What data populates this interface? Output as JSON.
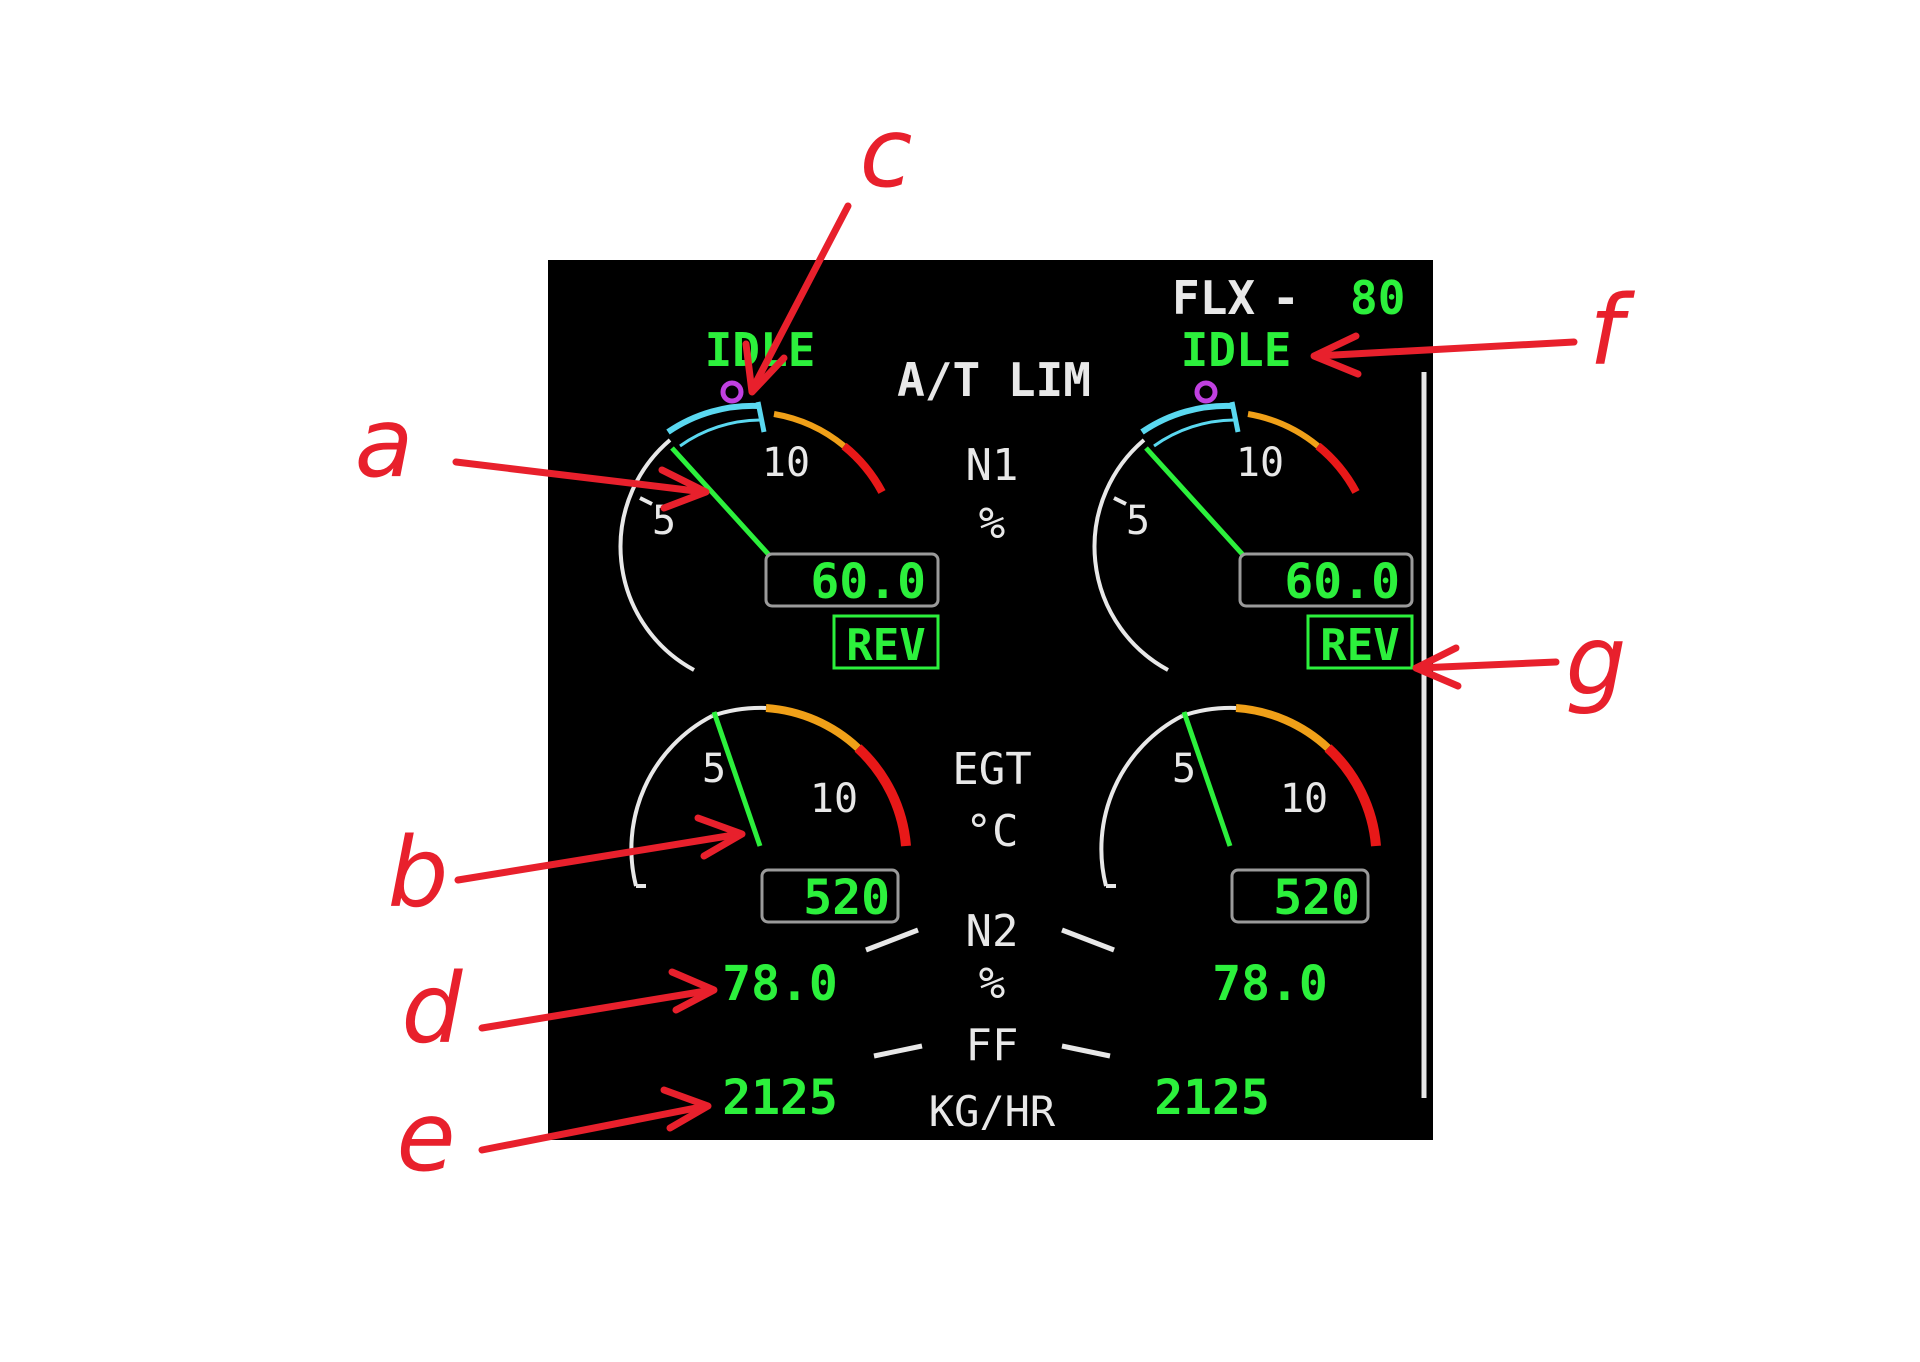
{
  "colors": {
    "background": "#000000",
    "green": "#2cf03c",
    "white": "#e8e8e8",
    "cyan": "#5ad8f0",
    "magenta": "#c040e0",
    "amber": "#f0a018",
    "red": "#e81818",
    "annotation": "#e8202c",
    "box_border": "#9a9a9a"
  },
  "header": {
    "flx_label": "FLX",
    "flx_dash": "-",
    "flx_temp": "80",
    "at_lim": "A/T LIM"
  },
  "engines": [
    {
      "thrust_mode": "IDLE",
      "n1_tick_5": "5",
      "n1_tick_10": "10",
      "n1_value": "60.0",
      "rev_label": "REV",
      "egt_tick_5": "5",
      "egt_tick_10": "10",
      "egt_value": "520",
      "n2_value": "78.0",
      "ff_value": "2125"
    },
    {
      "thrust_mode": "IDLE",
      "n1_tick_5": "5",
      "n1_tick_10": "10",
      "n1_value": "60.0",
      "rev_label": "REV",
      "egt_tick_5": "5",
      "egt_tick_10": "10",
      "egt_value": "520",
      "n2_value": "78.0",
      "ff_value": "2125"
    }
  ],
  "labels": {
    "n1": "N1",
    "n1_unit": "%",
    "egt": "EGT",
    "egt_unit": "°C",
    "n2": "N2",
    "n2_unit": "%",
    "ff": "FF",
    "ff_unit": "KG/HR"
  },
  "annotations": {
    "a": "a",
    "b": "b",
    "c": "c",
    "d": "d",
    "e": "e",
    "f": "f",
    "g": "g"
  }
}
